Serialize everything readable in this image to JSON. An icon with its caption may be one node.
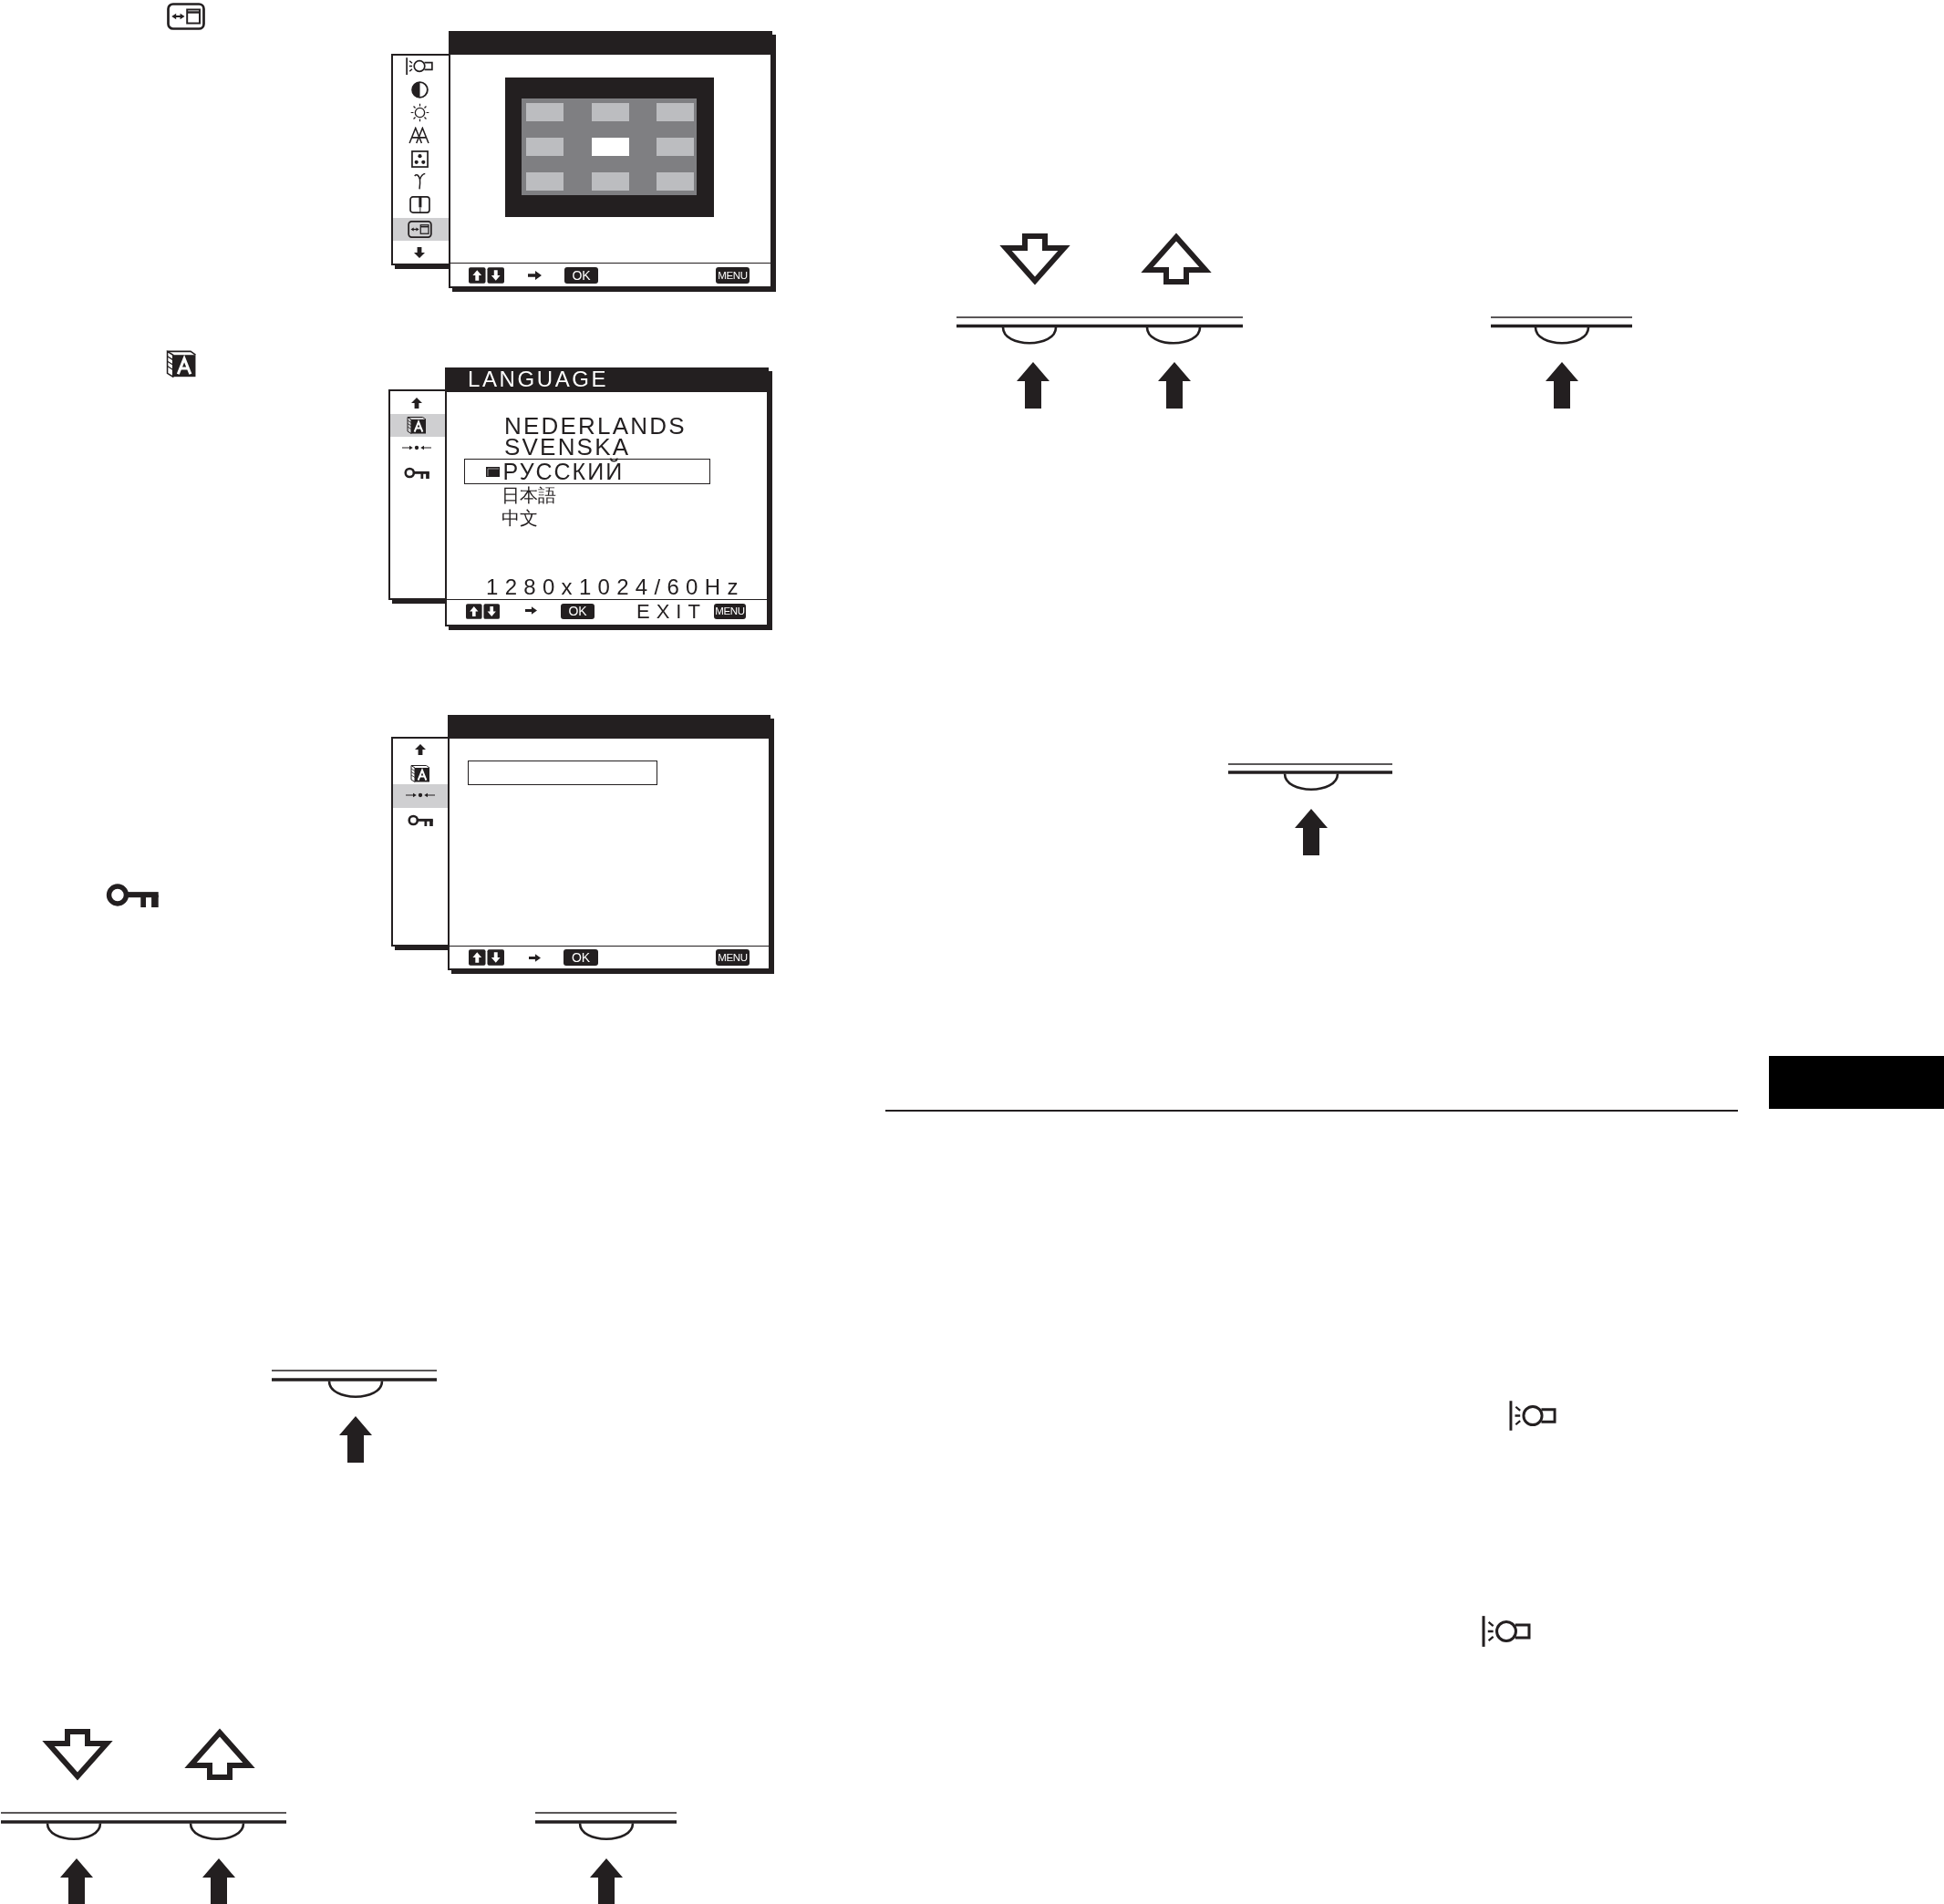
{
  "diagram": {
    "nodes": [
      {
        "text": [],
        "shape": "box"
      },
      {
        "text": [
          "OK"
        ],
        "in": 0
      },
      {
        "text": [
          "MENU"
        ],
        "in": 0
      },
      {
        "text": [
          "LANGUAGE",
          "NEDERLANDS",
          "SVENSKA",
          "日本語",
          "中文",
          "1280x1024/60Hz",
          "EXIT"
        ]
      },
      {
        "text": [
          "РУССКИЙ"
        ],
        "in": 3
      },
      {
        "text": [
          "OK"
        ],
        "in": 3
      },
      {
        "text": [
          "MENU"
        ],
        "in": 3
      },
      {
        "text": [],
        "shape": "box"
      },
      {
        "text": [],
        "shape": "box",
        "in": 7
      },
      {
        "text": [
          "OK"
        ],
        "in": 7
      },
      {
        "text": [
          "MENU"
        ],
        "in": 7
      },
      {
        "text": [],
        "shape": "bar"
      }
    ]
  }
}
